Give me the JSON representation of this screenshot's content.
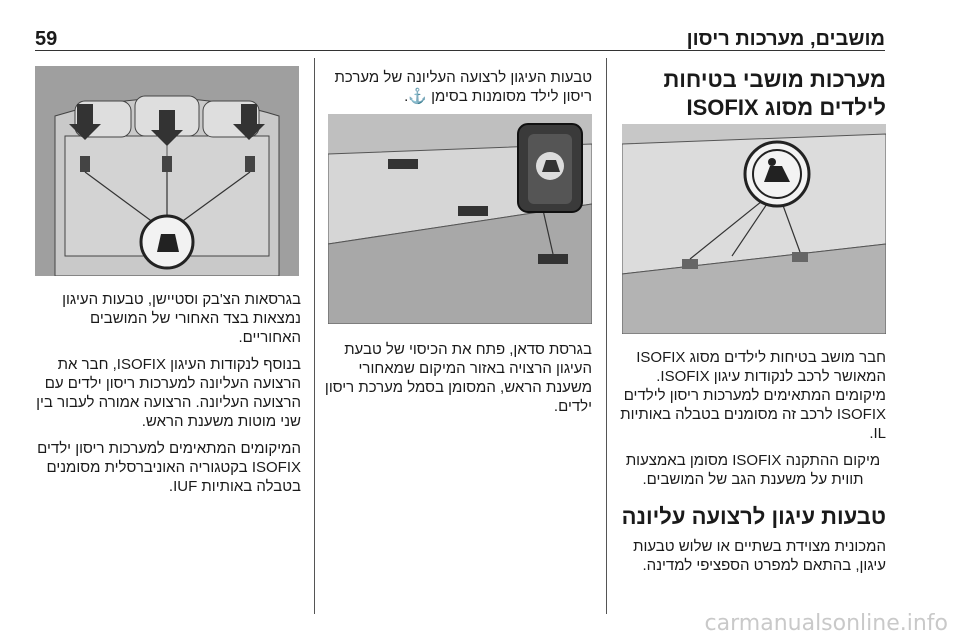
{
  "header": {
    "title": "מושבים, מערכות ריסון",
    "page_number": "59"
  },
  "col_right": {
    "heading": "מערכות מושבי בטיחות לילדים מסוג ISOFIX",
    "p1": "חבר מושב בטיחות לילדים מסוג ISOFIX המאושר לרכב לנקודות עיגון ISOFIX. מיקומים המתאימים למערכות ריסון לילדים ISOFIX לרכב זה מסומנים בטבלה באותיות IL.",
    "p2": "מיקום ההתקנה ISOFIX מסומן באמצעות תווית על משענת הגב של המושבים.",
    "heading2": "טבעות עיגון לרצועה עליונה",
    "p3": "המכונית מצוידת בשתיים או שלוש טבעות עיגון, בהתאם למפרט הספציפי למדינה."
  },
  "col_middle": {
    "p_top": "טבעות העיגון לרצועה העליונה של מערכת ריסון לילד מסומנות בסימן ⚓.",
    "p1": "בגרסת סדאן, פתח את הכיסוי של טבעת העיגון הרצויה באזור המיקום שמאחורי משענת הראש, המסומן בסמל מערכת ריסון ילדים."
  },
  "col_left": {
    "p1": "בגרסאות הצ'בק וסטיישן, טבעות העיגון נמצאות בצד האחורי של המושבים האחוריים.",
    "p2": "בנוסף לנקודות העיגון ISOFIX, חבר את הרצועה העליונה למערכות ריסון ילדים עם הרצועה העליונה. הרצועה אמורה לעבור בין שני מוטות משענת הראש.",
    "p3": "המיקומים המתאימים למערכות ריסון ילדים ISOFIX בקטגוריה האוניברסלית מסומנים בטבלה באותיות IUF."
  },
  "watermark": "carmanualsonline.info"
}
